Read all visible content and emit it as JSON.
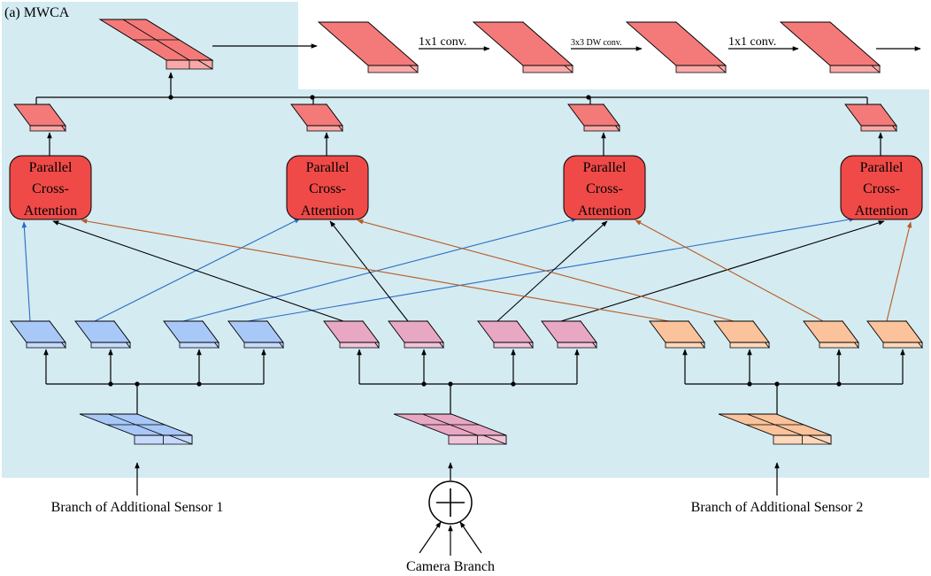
{
  "title": "(a) MWCA",
  "conv_chain": {
    "conv1": "1x1 conv.",
    "conv2": "3x3 DW conv.",
    "conv3": "1x1 conv."
  },
  "attention_blocks": [
    {
      "line1": "Parallel",
      "line2": "Cross-",
      "line3": "Attention"
    },
    {
      "line1": "Parallel",
      "line2": "Cross-",
      "line3": "Attention"
    },
    {
      "line1": "Parallel",
      "line2": "Cross-",
      "line3": "Attention"
    },
    {
      "line1": "Parallel",
      "line2": "Cross-",
      "line3": "Attention"
    }
  ],
  "inputs": {
    "sensor1": "Branch of Additional Sensor 1",
    "sensor2": "Branch of Additional Sensor 2",
    "camera": "Camera Branch"
  },
  "colors": {
    "background_panel": "#d4ebf2",
    "red_fill": "#f47a7a",
    "red_side": "#f9a8a8",
    "attention_fill": "#ef4a48",
    "blue_fill": "#a8c8f8",
    "pink_fill": "#e8a8c4",
    "orange_fill": "#fbc39b",
    "blue_arrow": "#2a6cc4",
    "orange_arrow": "#b85a20"
  }
}
